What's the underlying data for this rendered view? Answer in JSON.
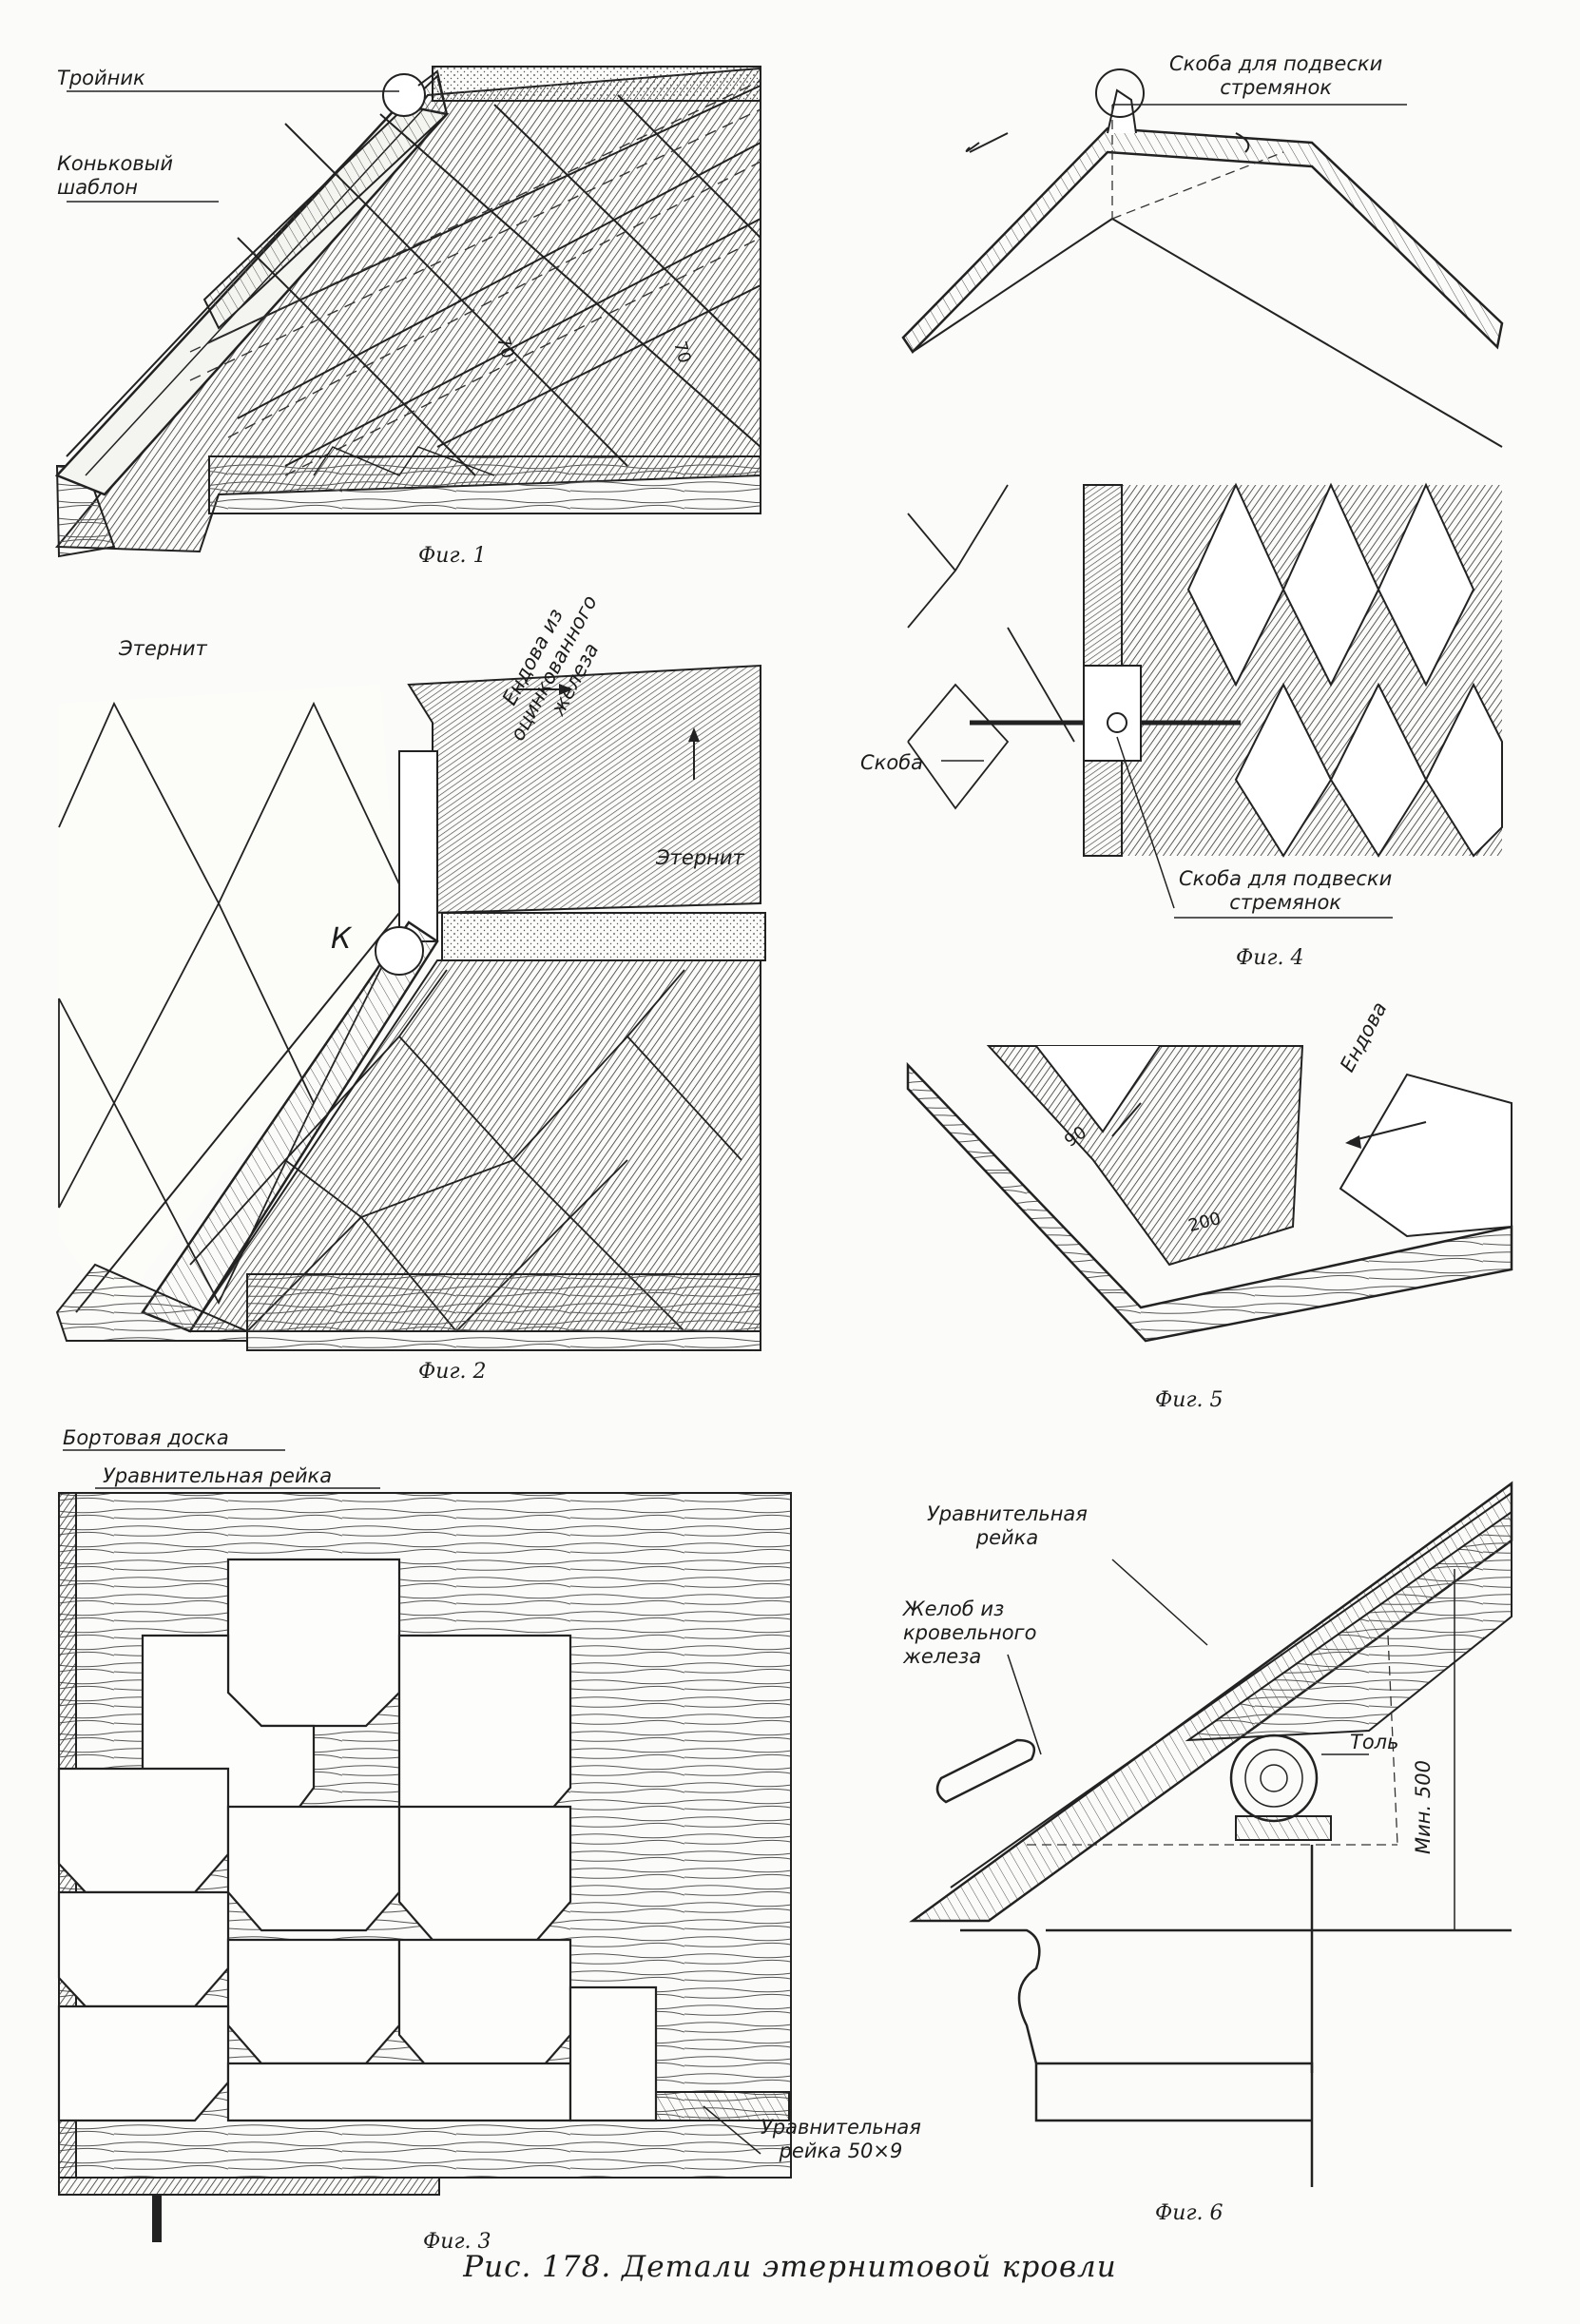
{
  "figure_caption": "Рис. 178. Детали этернитовой кровли",
  "fig1": {
    "caption": "Фиг. 1",
    "label_troynik": "Тройник",
    "label_konkovy": "Коньковый\nшаблон",
    "dim_a": "70",
    "dim_b": "70"
  },
  "fig2": {
    "caption": "Фиг. 2",
    "label_eternit_left": "Этернит",
    "label_eternit_right": "Этернит",
    "label_endova": "Ендова из\nоцинкованного\nжелеза",
    "label_k": "К"
  },
  "fig3": {
    "caption": "Фиг. 3",
    "label_bortovaya": "Бортовая доска",
    "label_uravn_top": "Уравнительная рейка",
    "label_uravn_bottom": "Уравнительная\nрейка  50×9"
  },
  "fig4": {
    "caption": "Фиг. 4",
    "label_skoba": "Скоба",
    "label_skoba_podveski": "Скоба для подвески\nстремянок"
  },
  "fig5": {
    "caption": "Фиг. 5",
    "label_endova": "Ендова",
    "dim_200": "200",
    "dim_90": "90"
  },
  "fig6": {
    "caption": "Фиг. 6",
    "label_uravn": "Уравнительная\nрейка",
    "label_zhelob": "Желоб из\nкровельного\nжелеза",
    "label_tol": "Толь",
    "label_min": "Мин. 500"
  },
  "fig_ridge": {
    "label_skoba_podveski": "Скоба для подвески\nстремянок"
  }
}
